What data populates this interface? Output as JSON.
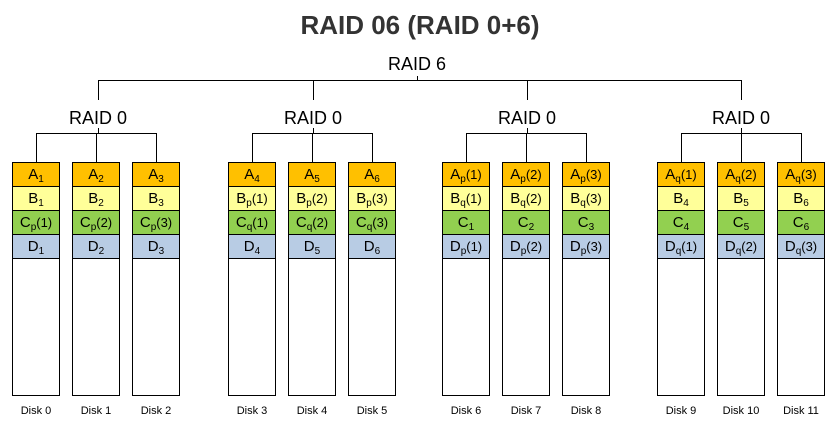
{
  "title": "RAID 06 (RAID 0+6)",
  "top_label": "RAID 6",
  "groups": [
    {
      "label": "RAID 0"
    },
    {
      "label": "RAID 0"
    },
    {
      "label": "RAID 0"
    },
    {
      "label": "RAID 0"
    }
  ],
  "disks": [
    {
      "label": "Disk 0",
      "blocks": [
        [
          "A",
          "1",
          ""
        ],
        [
          "B",
          "1",
          ""
        ],
        [
          "C",
          "p",
          "(1)"
        ],
        [
          "D",
          "1",
          ""
        ]
      ]
    },
    {
      "label": "Disk 1",
      "blocks": [
        [
          "A",
          "2",
          ""
        ],
        [
          "B",
          "2",
          ""
        ],
        [
          "C",
          "p",
          "(2)"
        ],
        [
          "D",
          "2",
          ""
        ]
      ]
    },
    {
      "label": "Disk 2",
      "blocks": [
        [
          "A",
          "3",
          ""
        ],
        [
          "B",
          "3",
          ""
        ],
        [
          "C",
          "p",
          "(3)"
        ],
        [
          "D",
          "3",
          ""
        ]
      ]
    },
    {
      "label": "Disk 3",
      "blocks": [
        [
          "A",
          "4",
          ""
        ],
        [
          "B",
          "p",
          "(1)"
        ],
        [
          "C",
          "q",
          "(1)"
        ],
        [
          "D",
          "4",
          ""
        ]
      ]
    },
    {
      "label": "Disk 4",
      "blocks": [
        [
          "A",
          "5",
          ""
        ],
        [
          "B",
          "p",
          "(2)"
        ],
        [
          "C",
          "q",
          "(2)"
        ],
        [
          "D",
          "5",
          ""
        ]
      ]
    },
    {
      "label": "Disk 5",
      "blocks": [
        [
          "A",
          "6",
          ""
        ],
        [
          "B",
          "p",
          "(3)"
        ],
        [
          "C",
          "q",
          "(3)"
        ],
        [
          "D",
          "6",
          ""
        ]
      ]
    },
    {
      "label": "Disk 6",
      "blocks": [
        [
          "A",
          "p",
          "(1)"
        ],
        [
          "B",
          "q",
          "(1)"
        ],
        [
          "C",
          "1",
          ""
        ],
        [
          "D",
          "p",
          "(1)"
        ]
      ]
    },
    {
      "label": "Disk 7",
      "blocks": [
        [
          "A",
          "p",
          "(2)"
        ],
        [
          "B",
          "q",
          "(2)"
        ],
        [
          "C",
          "2",
          ""
        ],
        [
          "D",
          "p",
          "(2)"
        ]
      ]
    },
    {
      "label": "Disk 8",
      "blocks": [
        [
          "A",
          "p",
          "(3)"
        ],
        [
          "B",
          "q",
          "(3)"
        ],
        [
          "C",
          "3",
          ""
        ],
        [
          "D",
          "p",
          "(3)"
        ]
      ]
    },
    {
      "label": "Disk 9",
      "blocks": [
        [
          "A",
          "q",
          "(1)"
        ],
        [
          "B",
          "4",
          ""
        ],
        [
          "C",
          "4",
          ""
        ],
        [
          "D",
          "q",
          "(1)"
        ]
      ]
    },
    {
      "label": "Disk 10",
      "blocks": [
        [
          "A",
          "q",
          "(2)"
        ],
        [
          "B",
          "5",
          ""
        ],
        [
          "C",
          "5",
          ""
        ],
        [
          "D",
          "q",
          "(2)"
        ]
      ]
    },
    {
      "label": "Disk 11",
      "blocks": [
        [
          "A",
          "q",
          "(3)"
        ],
        [
          "B",
          "6",
          ""
        ],
        [
          "C",
          "6",
          ""
        ],
        [
          "D",
          "q",
          "(3)"
        ]
      ]
    }
  ],
  "colors": {
    "A": "#ffc000",
    "B": "#ffff99",
    "C": "#92d050",
    "D": "#b8cce4"
  }
}
